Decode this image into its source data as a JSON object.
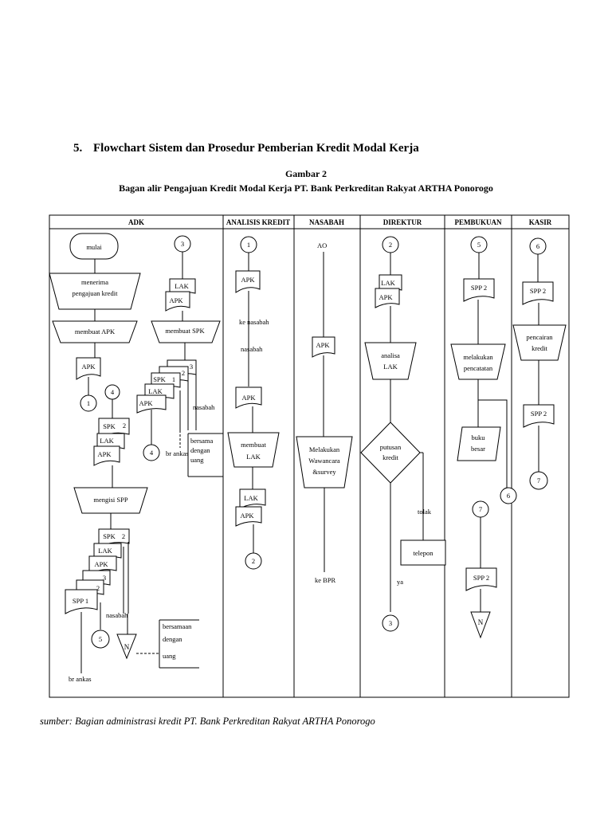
{
  "section": {
    "number": "5.",
    "title": "Flowchart Sistem dan Prosedur Pemberian Kredit Modal Kerja"
  },
  "figure": {
    "label": "Gambar 2",
    "title": "Bagan alir Pengajuan Kredit Modal Kerja PT. Bank Perkreditan Rakyat ARTHA Ponorogo"
  },
  "lanes": [
    "ADK",
    "ANALISIS KREDIT",
    "NASABAH",
    "DIREKTUR",
    "PEMBUKUAN",
    "KASIR"
  ],
  "adk": {
    "start": "mulai",
    "receive_1": "menerima",
    "receive_2": "pengajuan kredit",
    "make_apk": "membuat APK",
    "apk": "APK",
    "conn_1": "1",
    "conn_4": "4",
    "spk": "SPK",
    "spk_no": "2",
    "lak": "LAK",
    "fill_spp": "mengisi  SPP",
    "stack_3": "3",
    "stack_2": "2",
    "stack_1": "1",
    "spp1": "SPP   1",
    "nasabah": "nasabah",
    "conn_5": "5",
    "archive_n": "N",
    "together_1": "bersamaan",
    "together_2": "dengan",
    "together_3": "uang",
    "br_ankas": "br ankas",
    "conn_3": "3",
    "make_spk": "membuat SPK",
    "conn_4b": "4",
    "br_ankas2": "br ankas",
    "nasabah2": "nasabah",
    "with_1": "bersama",
    "with_2": "dengan",
    "with_3": "uang"
  },
  "analisis": {
    "conn_1": "1",
    "apk": "APK",
    "to_customer": "ke nasabah",
    "customer": "nasabah",
    "make_lak_1": "membuat",
    "make_lak_2": "LAK",
    "lak": "LAK",
    "conn_2": "2"
  },
  "nasabah_lane": {
    "ao": "AO",
    "apk": "APK",
    "interview_1": "Melakukan",
    "interview_2": "Wawancara",
    "interview_3": "&survey",
    "to_bpr": "ke BPR"
  },
  "direktur": {
    "conn_2": "2",
    "lak": "LAK",
    "apk": "APK",
    "analyze_1": "analisa",
    "analyze_2": "LAK",
    "decision_1": "putusan",
    "decision_2": "kredit",
    "reject": "tolak",
    "phone": "telepon",
    "yes": "ya",
    "conn_3": "3"
  },
  "pembukuan": {
    "conn_5": "5",
    "spp": "SPP    2",
    "record_1": "melakukan",
    "record_2": "pencatatan",
    "ledger_1": "buku",
    "ledger_2": "besar",
    "conn_6": "6",
    "conn_7": "7",
    "spp_b": "SPP    2",
    "archive_n": "N"
  },
  "kasir": {
    "conn_6": "6",
    "spp": "SPP    2",
    "disburse_1": "pencairan",
    "disburse_2": "kredit",
    "spp_b": "SPP    2",
    "conn_7": "7"
  },
  "source": "sumber: Bagian administrasi kredit PT. Bank Perkreditan Rakyat ARTHA Ponorogo"
}
